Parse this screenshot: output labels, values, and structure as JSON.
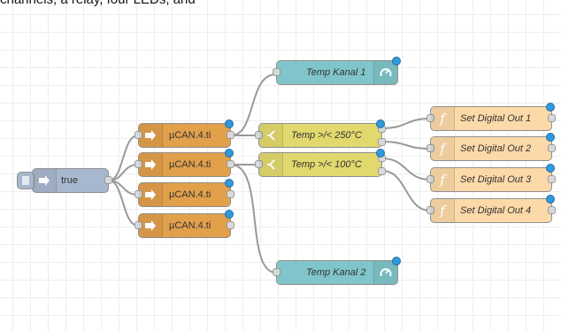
{
  "caption": "channels, a relay, four LEDs, and",
  "colors": {
    "inject": "#a7b7cd",
    "can": "#e2a04b",
    "switch": "#e2d96e",
    "function": "#fcd9a8",
    "ui": "#80c5c9"
  },
  "nodes": {
    "inject": {
      "label": "true",
      "icon": "arrow-right-icon"
    },
    "can1": {
      "label": "µCAN.4.ti",
      "icon": "arrow-right-icon"
    },
    "can2": {
      "label": "µCAN.4.ti",
      "icon": "arrow-right-icon"
    },
    "can3": {
      "label": "µCAN.4.ti",
      "icon": "arrow-right-icon"
    },
    "can4": {
      "label": "µCAN.4.ti",
      "icon": "arrow-right-icon"
    },
    "gauge1": {
      "label": "Temp Kanal 1",
      "icon": "gauge-icon"
    },
    "gauge2": {
      "label": "Temp Kanal 2",
      "icon": "gauge-icon"
    },
    "switch1": {
      "label": "Temp >/< 250°C",
      "icon": "switch-icon"
    },
    "switch2": {
      "label": "Temp >/< 100°C",
      "icon": "switch-icon"
    },
    "func1": {
      "label": "Set Digital Out 1",
      "icon": "function-icon"
    },
    "func2": {
      "label": "Set Digital Out 2",
      "icon": "function-icon"
    },
    "func3": {
      "label": "Set Digital Out 3",
      "icon": "function-icon"
    },
    "func4": {
      "label": "Set Digital Out 4",
      "icon": "function-icon"
    }
  }
}
